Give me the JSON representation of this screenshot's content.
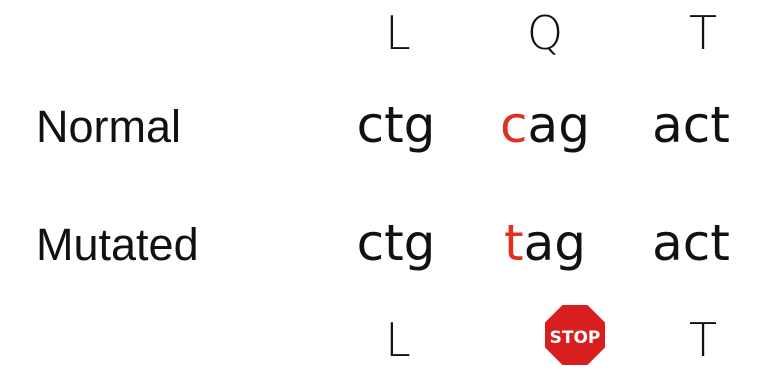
{
  "top_aa": [
    "L",
    "Q",
    "T"
  ],
  "bottom_aa": {
    "first": "L",
    "stop_sign_text": "STOP",
    "third": "T"
  },
  "rows": {
    "normal": {
      "label": "Normal",
      "codons": [
        {
          "mut": "",
          "rest": "ctg"
        },
        {
          "mut": "c",
          "rest": "ag"
        },
        {
          "mut": "",
          "rest": "act"
        }
      ]
    },
    "mutated": {
      "label": "Mutated",
      "codons": [
        {
          "mut": "",
          "rest": "ctg"
        },
        {
          "mut": "t",
          "rest": "ag"
        },
        {
          "mut": "",
          "rest": "act"
        }
      ]
    }
  },
  "colors": {
    "text": "#111111",
    "mutation": "#e0301e",
    "stop_sign": "#d81e1e"
  },
  "icons": {
    "stop": "stop-sign-icon"
  }
}
